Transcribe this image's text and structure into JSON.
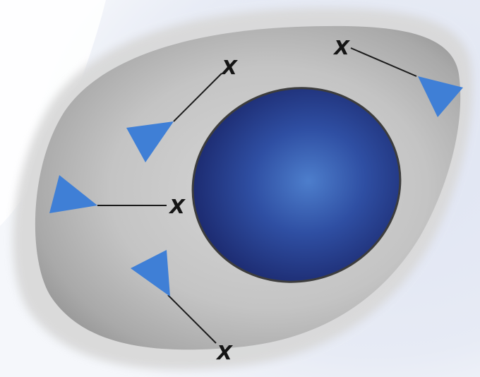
{
  "colors": {
    "background": "#ffffff",
    "backdrop": "#e3e7f3",
    "cell_outer": "#d8d8d8",
    "cell_body": "#b5b5b5",
    "cytoplasm_light": "#d2d2d2",
    "nucleus_center": "#4a78c8",
    "nucleus_edge": "#1c2a70",
    "receptor": "#3f7fd6",
    "connector": "#1b1b1b",
    "label": "#151515"
  },
  "markers": [
    {
      "id": "top-center",
      "label": "X",
      "icon": "blue-triangle-receptor"
    },
    {
      "id": "top-right",
      "label": "X",
      "icon": "blue-triangle-receptor"
    },
    {
      "id": "middle-left",
      "label": "X",
      "icon": "blue-triangle-receptor"
    },
    {
      "id": "bottom-left",
      "label": "X",
      "icon": "blue-triangle-receptor"
    }
  ]
}
